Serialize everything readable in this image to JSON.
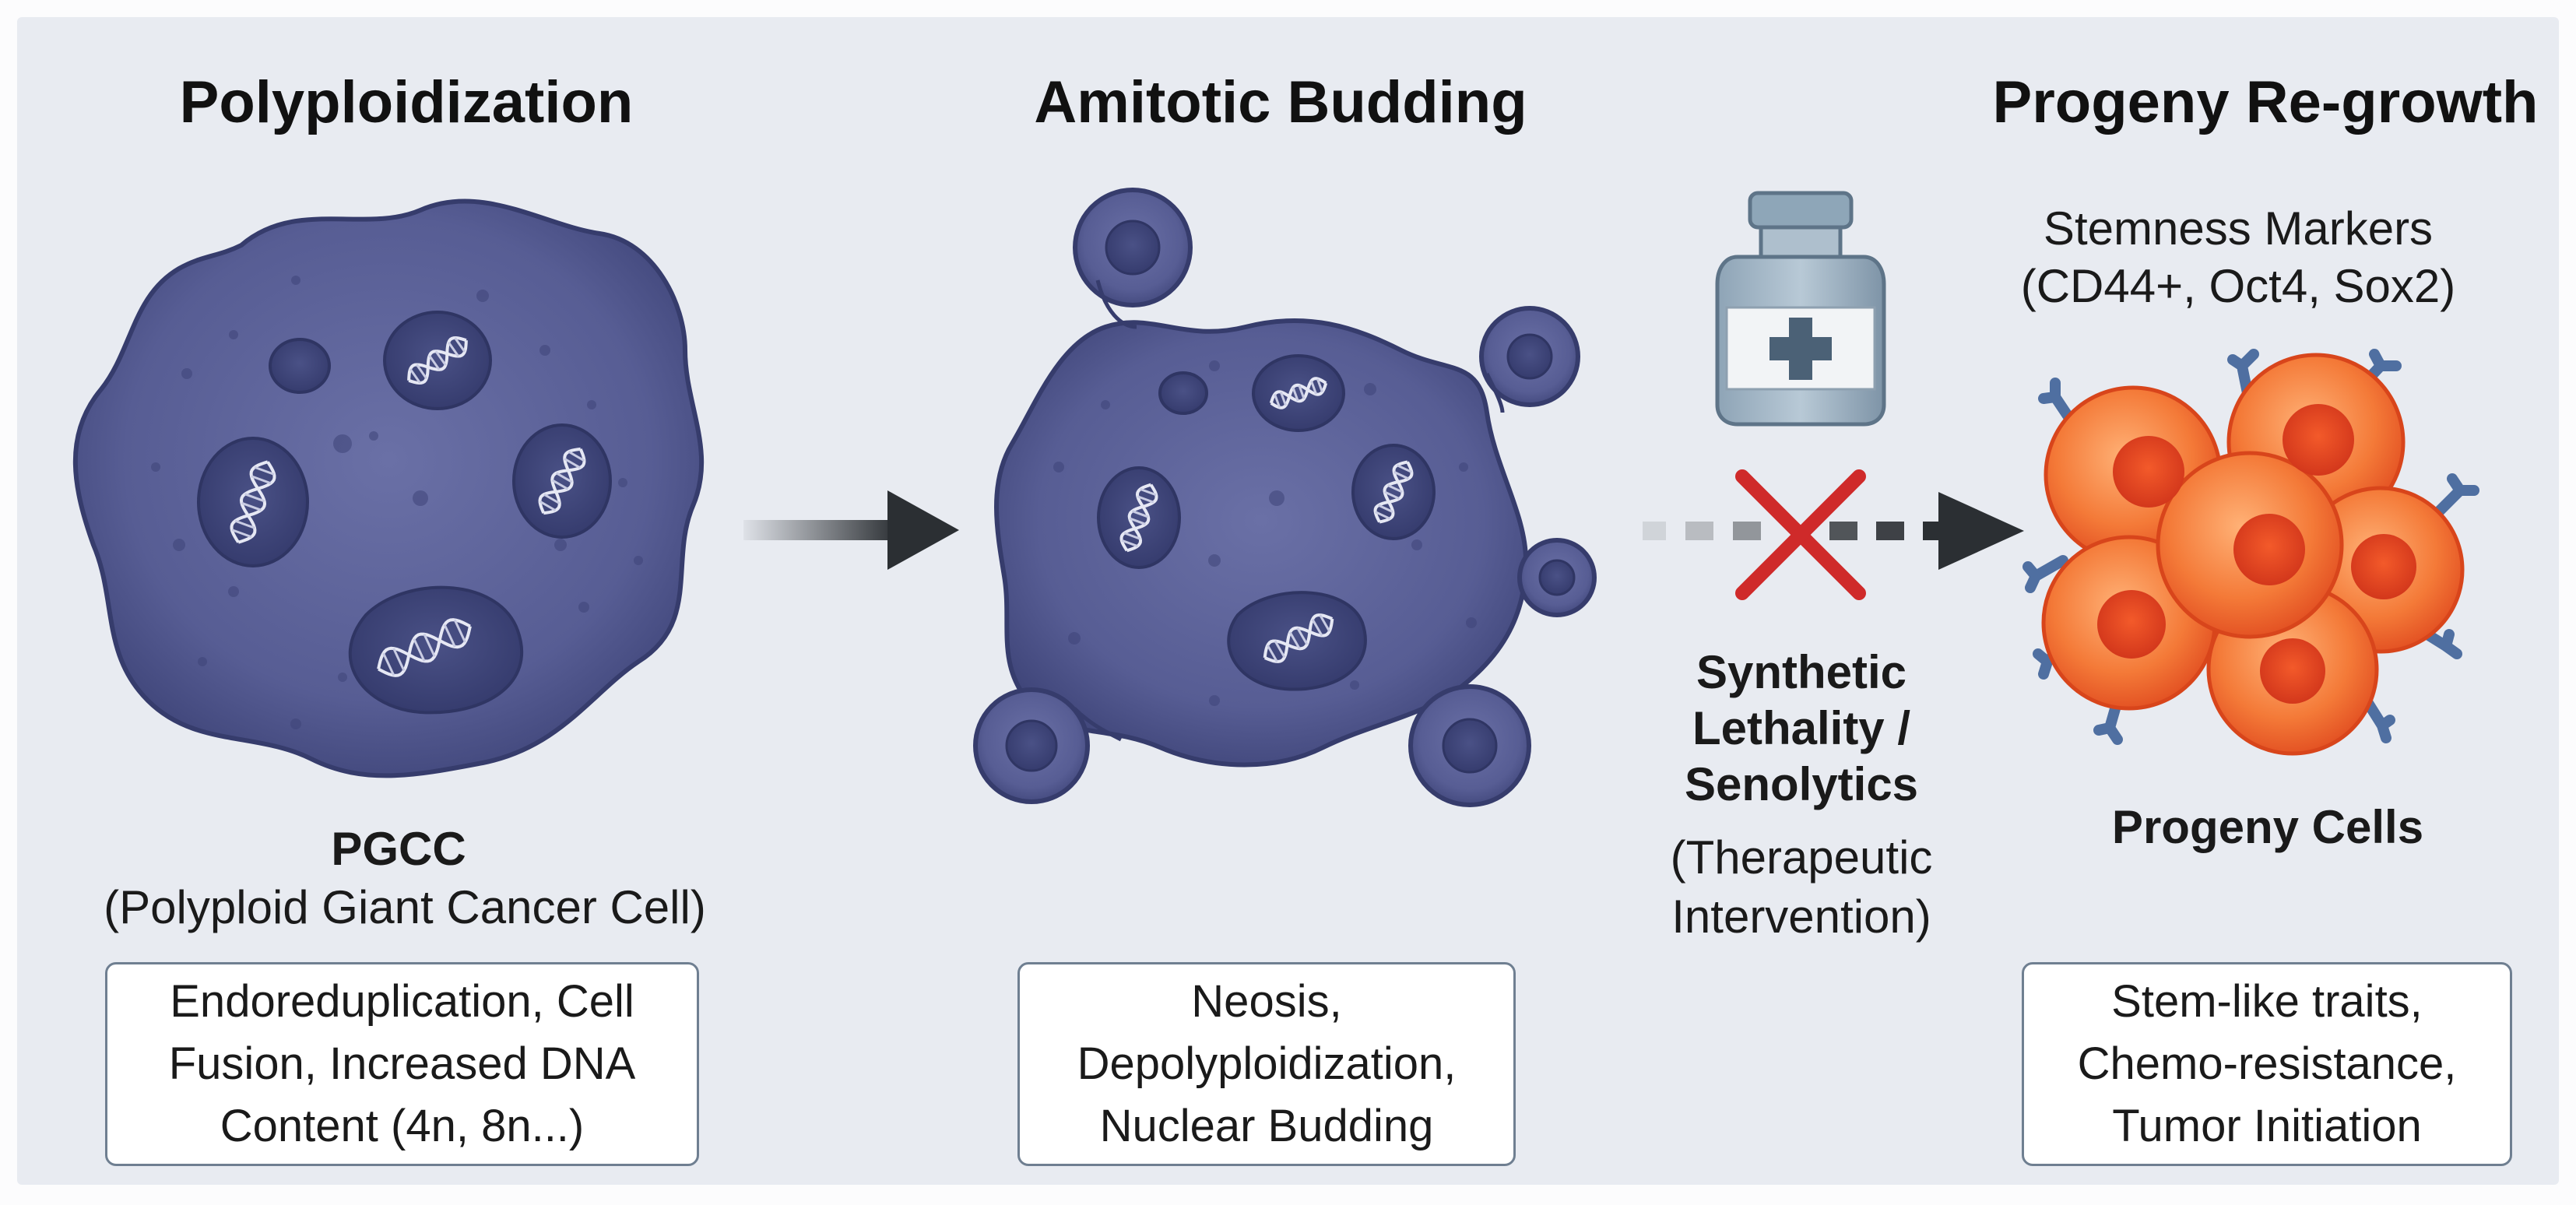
{
  "stages": [
    {
      "title": "Polyploidization",
      "cell_name": "PGCC",
      "cell_subtitle": "(Polyploid Giant Cancer Cell)",
      "box_lines": [
        "Endoreduplication, Cell",
        "Fusion, Increased DNA",
        "Content (4n, 8n...)"
      ]
    },
    {
      "title": "Amitotic Budding",
      "box_lines": [
        "Neosis,",
        "Depolyploidization,",
        "Nuclear Budding"
      ]
    },
    {
      "title": "Progeny Re-growth",
      "markers_lines": [
        "Stemness Markers",
        "(CD44+, Oct4, Sox2)"
      ],
      "cell_name": "Progeny Cells",
      "box_lines": [
        "Stem-like traits,",
        "Chemo-resistance,",
        "Tumor Initiation"
      ]
    }
  ],
  "intervention": {
    "bold_lines": [
      "Synthetic",
      "Lethality /",
      "Senolytics"
    ],
    "normal_lines": [
      "(Therapeutic",
      "Intervention)"
    ],
    "icon": "medicine-vial-icon",
    "block_icon": "red-x-icon"
  },
  "colors": {
    "cell": "#5b6196",
    "nucleus": "#3e4478",
    "dna": "#e6e8f4",
    "arrow": "#2b2f33",
    "progeny": "#f05a28",
    "receptor": "#4f6fa1",
    "cross": "#cf2a2a"
  }
}
